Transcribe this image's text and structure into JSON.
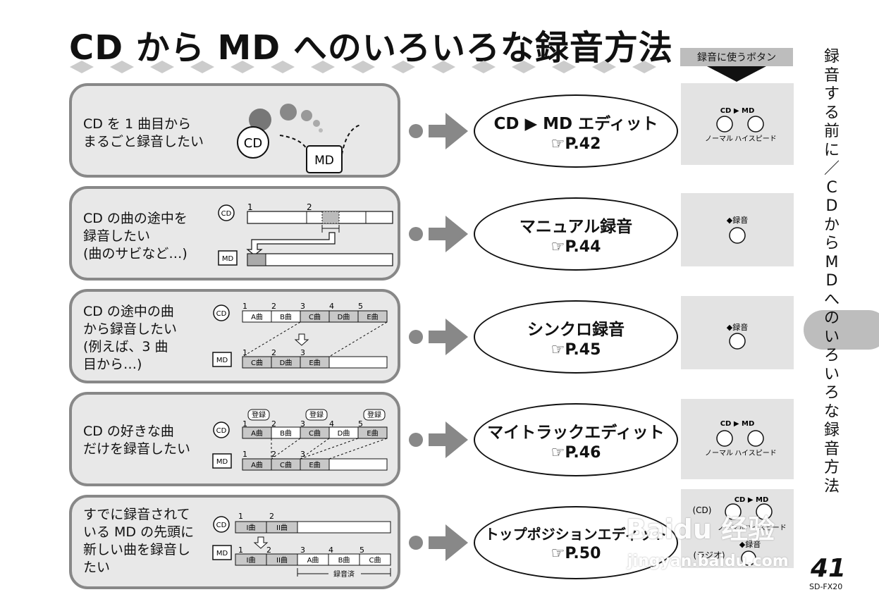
{
  "page_title": "CD から MD へのいろいろな録音方法",
  "buttons_header": "録音に使うボタン",
  "side_title": "録音する前に／CDからMDへのいろいろな録音方法",
  "page_number": "41",
  "model": "SD-FX20",
  "watermark": {
    "main": "Baidu 经验",
    "sub": "jingyan.baidu.com"
  },
  "rows": [
    {
      "desc_lines": [
        "CD を 1 曲目から",
        "まるごと録音したい"
      ],
      "method": "CD ▶ MD エディット",
      "page_ref": "☞P.42",
      "diagram": {
        "cd": "CD",
        "md": "MD"
      },
      "buttons": {
        "top": "CD ▶ MD",
        "left": "ノーマル",
        "right": "ハイスピード"
      }
    },
    {
      "desc_lines": [
        "CD の曲の途中を",
        "録音したい",
        "(曲のサビなど…)"
      ],
      "method": "マニュアル録音",
      "page_ref": "☞P.44",
      "diagram": {
        "cd": "CD",
        "md": "MD",
        "nums": [
          "1",
          "2"
        ]
      },
      "buttons": {
        "label": "◆録音"
      }
    },
    {
      "desc_lines": [
        "CD の途中の曲",
        "から録音したい",
        "(例えば、3 曲",
        "目から…)"
      ],
      "method": "シンクロ録音",
      "page_ref": "☞P.45",
      "diagram": {
        "cd": "CD",
        "md": "MD",
        "cd_nums": [
          "1",
          "2",
          "3",
          "4",
          "5"
        ],
        "cd_tracks": [
          "A曲",
          "B曲",
          "C曲",
          "D曲",
          "E曲"
        ],
        "md_nums": [
          "1",
          "2",
          "3"
        ],
        "md_tracks": [
          "C曲",
          "D曲",
          "E曲"
        ]
      },
      "buttons": {
        "label": "◆録音"
      }
    },
    {
      "desc_lines": [
        "CD の好きな曲",
        "だけを録音したい"
      ],
      "method": "マイトラックエディット",
      "page_ref": "☞P.46",
      "diagram": {
        "cd": "CD",
        "md": "MD",
        "tag": "登録",
        "cd_nums": [
          "1",
          "2",
          "3",
          "4",
          "5"
        ],
        "cd_tracks": [
          "A曲",
          "B曲",
          "C曲",
          "D曲",
          "E曲"
        ],
        "md_nums": [
          "1",
          "2",
          "3"
        ],
        "md_tracks": [
          "A曲",
          "C曲",
          "E曲"
        ]
      },
      "buttons": {
        "top": "CD ▶ MD",
        "left": "ノーマル",
        "right": "ハイスピード"
      }
    },
    {
      "desc_lines": [
        "すでに録音されて",
        "いる MD の先頭に",
        "新しい曲を録音し",
        "たい"
      ],
      "method": "トップポジションエディット",
      "page_ref": "☞P.50",
      "diagram": {
        "cd": "CD",
        "md": "MD",
        "cd_nums": [
          "1",
          "2"
        ],
        "cd_tracks": [
          "I曲",
          "II曲"
        ],
        "md_nums": [
          "1",
          "2",
          "3",
          "4",
          "5"
        ],
        "md_tracks": [
          "I曲",
          "II曲",
          "A曲",
          "B曲",
          "C曲"
        ],
        "recorded": "録音済"
      },
      "buttons": {
        "top": "CD ▶ MD",
        "left": "ノーマル",
        "right": "ハイスピード",
        "cd_label": "(CD)",
        "radio_label": "(ラジオ)",
        "rec_label": "◆録音"
      }
    }
  ]
}
